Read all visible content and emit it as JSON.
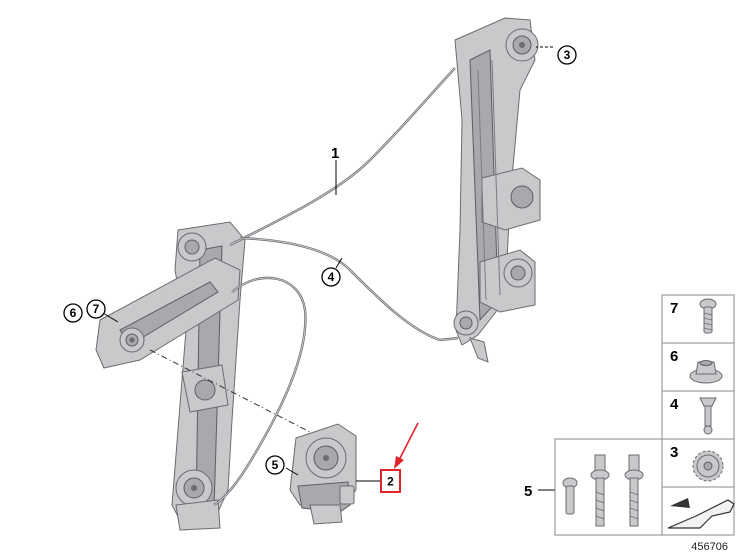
{
  "callouts": {
    "c1": "1",
    "c2": "2",
    "c3": "3",
    "c4": "4",
    "c5": "5",
    "c6": "6",
    "c7": "7"
  },
  "parts_panel": {
    "p7": "7",
    "p6": "6",
    "p4": "4",
    "p3": "3",
    "p5": "5"
  },
  "diagram_number": "456706",
  "colors": {
    "highlight": "#e0242c",
    "metal": "#c9c9cc",
    "outline": "#6b6b70"
  }
}
